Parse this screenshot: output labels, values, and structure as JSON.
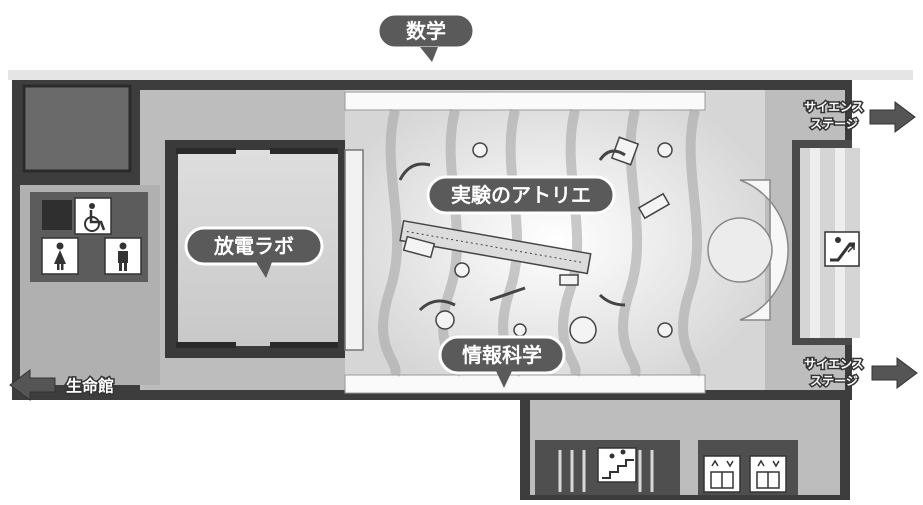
{
  "labels": {
    "math": "数学",
    "experiment_atelier": "実験のアトリエ",
    "electric_lab": "放電ラボ",
    "info_science": "情報科学",
    "life_hall": "生命館",
    "science_stage_top_line1": "サイエンス",
    "science_stage_top_line2": "ステージ",
    "science_stage_bottom_line1": "サイエンス",
    "science_stage_bottom_line2": "ステージ"
  },
  "icons": {
    "wheelchair": "wheelchair-icon",
    "female_restroom": "female-restroom-icon",
    "male_restroom": "male-restroom-icon",
    "escalator": "escalator-icon",
    "stairs": "stairs-icon",
    "elevator": "elevator-icon"
  },
  "colors": {
    "wall": "#4a4a4a",
    "floor": "#cfcfcf",
    "exhibit_floor": "#e8e8e8",
    "bubble": "#5a5a5a",
    "arrow": "#555555"
  }
}
